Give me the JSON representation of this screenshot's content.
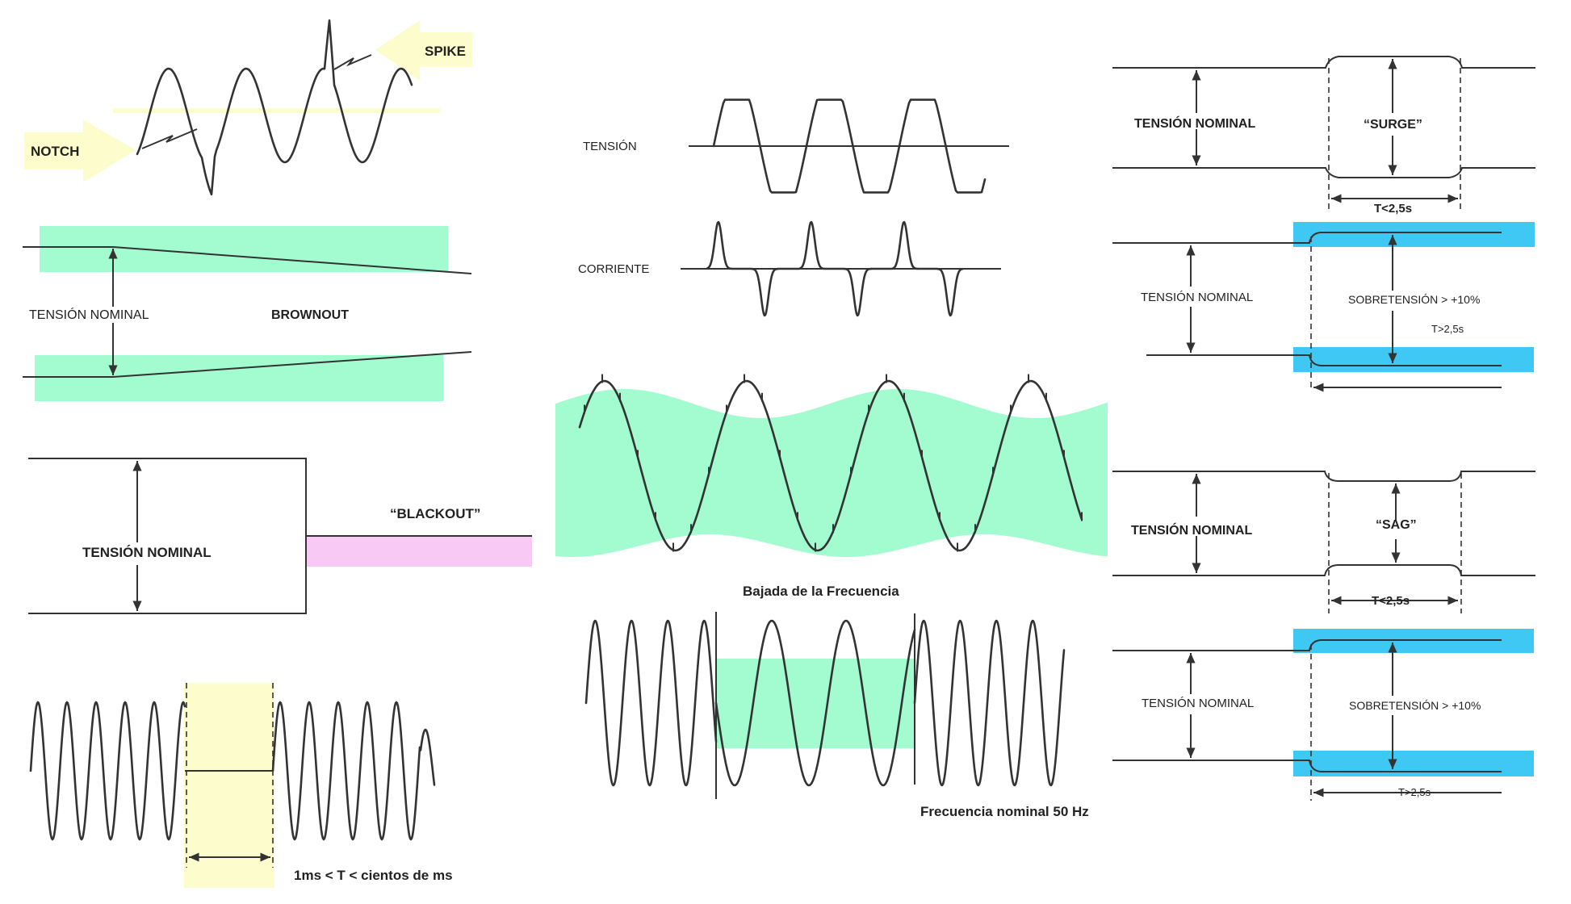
{
  "colors": {
    "green_band": "#a2fcd0",
    "yellow_band": "#fdfccd",
    "pink_band": "#f9c9f6",
    "blue_band": "#40c8f4",
    "stroke": "#333333"
  },
  "panels": {
    "notch_spike": {
      "notch_label": "NOTCH",
      "spike_label": "SPIKE"
    },
    "brownout": {
      "nominal_label": "TENSIÓN NOMINAL",
      "title": "BROWNOUT"
    },
    "blackout": {
      "nominal_label": "TENSIÓN NOMINAL",
      "title": "“BLACKOUT”"
    },
    "interruption": {
      "duration_label": "1ms < T < cientos de ms"
    },
    "harmonics": {
      "voltage_label": "TENSIÓN",
      "current_label": "CORRIENTE"
    },
    "frequency_drop": {
      "title": "Bajada de la Frecuencia"
    },
    "nominal_frequency": {
      "title": "Frecuencia nominal 50 Hz"
    },
    "surge": {
      "nominal_label": "TENSIÓN NOMINAL",
      "title": "“SURGE”",
      "time_label": "T<2,5s"
    },
    "overvoltage_1": {
      "nominal_label": "TENSIÓN NOMINAL",
      "title": "SOBRETENSIÓN > +10%",
      "time_label": "T>2,5s"
    },
    "sag": {
      "nominal_label": "TENSIÓN NOMINAL",
      "title": "“SAG”",
      "time_label": "T<2,5s"
    },
    "overvoltage_2": {
      "nominal_label": "TENSIÓN NOMINAL",
      "title": "SOBRETENSIÓN > +10%",
      "time_label": "T>2,5s"
    }
  }
}
